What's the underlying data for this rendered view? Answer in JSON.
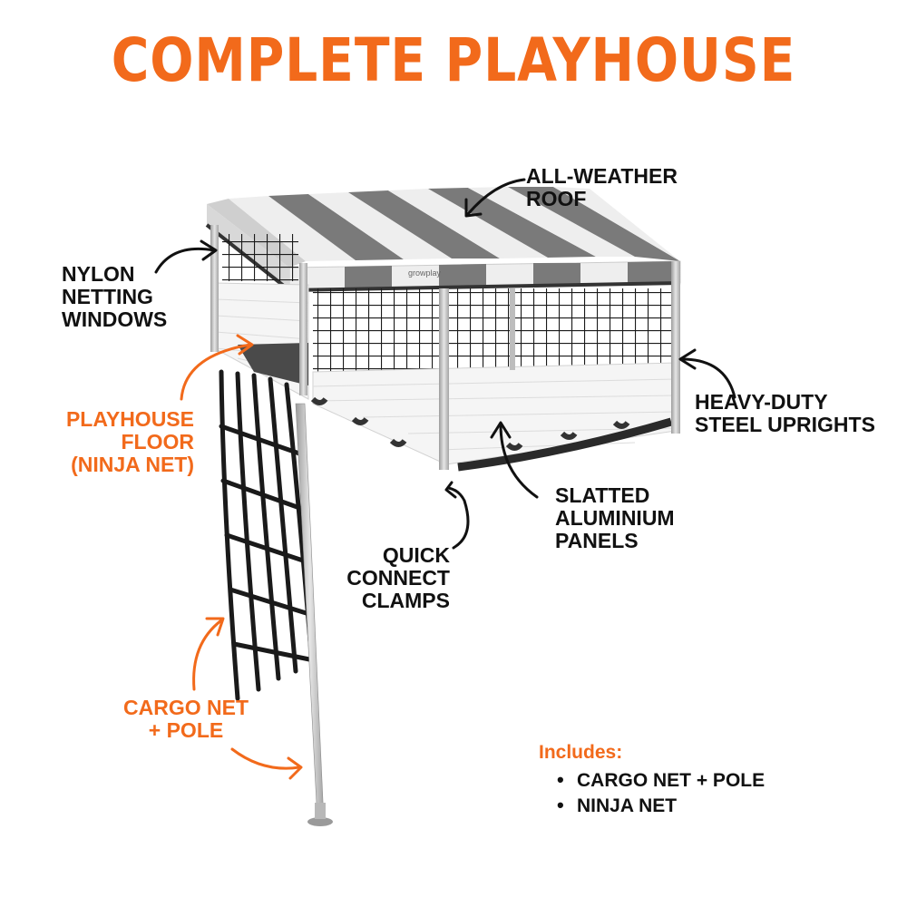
{
  "title": "COMPLETE PLAYHOUSE",
  "colors": {
    "accent": "#f26a1b",
    "text": "#111111",
    "stripe_dark": "#7a7a7a",
    "stripe_light": "#eeeeee",
    "panel": "#f5f5f5",
    "frame": "#b9b9b9",
    "net": "#1a1a1a"
  },
  "roof_brand": "growplay",
  "labels": {
    "roof": [
      "ALL-WEATHER",
      "ROOF"
    ],
    "netting": [
      "NYLON",
      "NETTING",
      "WINDOWS"
    ],
    "floor": [
      "PLAYHOUSE",
      "FLOOR",
      "(NINJA NET)"
    ],
    "uprights": [
      "HEAVY-DUTY",
      "STEEL UPRIGHTS"
    ],
    "panels": [
      "SLATTED",
      "ALUMINIUM",
      "PANELS"
    ],
    "clamps": [
      "QUICK",
      "CONNECT",
      "CLAMPS"
    ],
    "cargo": [
      "CARGO NET",
      "+ POLE"
    ]
  },
  "includes": {
    "title": "Includes:",
    "items": [
      "CARGO NET + POLE",
      "NINJA NET"
    ]
  }
}
